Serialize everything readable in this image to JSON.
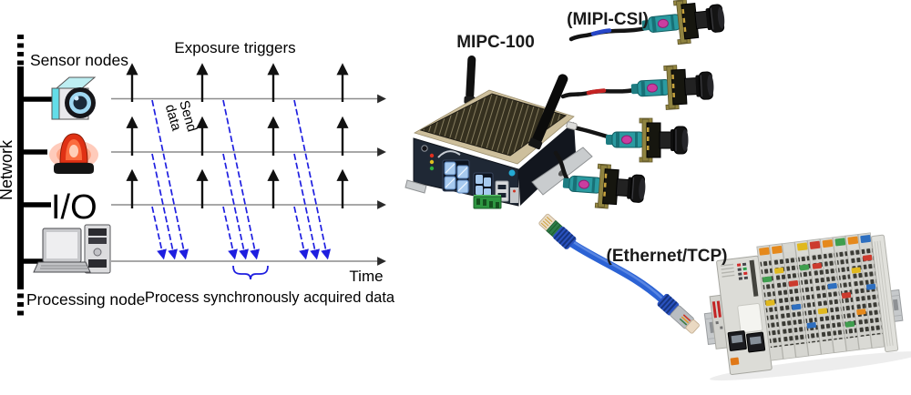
{
  "figure": {
    "left_diagram": {
      "network_label": "Network",
      "sensor_nodes_label": "Sensor nodes",
      "io_label": "I/O",
      "processing_node_label": "Processing node",
      "exposure_triggers_label": "Exposure triggers",
      "send_data_line1": "Send",
      "send_data_line2": "data",
      "time_label": "Time",
      "process_label": "Process synchronously acquired data",
      "timeline_count": 4,
      "triggers_per_timeline": 4,
      "send_data_groups": 3
    },
    "right_hardware": {
      "controller_label": "MIPC-100",
      "cameras_label": "(MIPI-CSI)",
      "camera_count": 4,
      "ethernet_label": "(Ethernet/TCP)"
    },
    "colors": {
      "send_data_blue": "#1e1ee0",
      "timeline_gray": "#8c8c8c",
      "fakra_teal": "#2a9aa0",
      "ethernet_cable_blue": "#2b62d4",
      "device_panel_dark": "#1f2835",
      "device_rim_tan": "#cdbf9c",
      "plc_body_gray": "#d7d7d2",
      "siren_red": "#e03114"
    }
  }
}
